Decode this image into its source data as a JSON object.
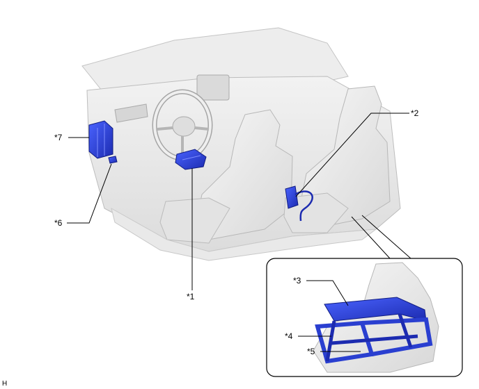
{
  "callouts": {
    "c1": "*1",
    "c2": "*2",
    "c3": "*3",
    "c4": "*4",
    "c5": "*5",
    "c6": "*6",
    "c7": "*7"
  },
  "corner_code": "H",
  "colors": {
    "component_blue": "#2a3fd0",
    "component_dark": "#17229a",
    "interior_gray": "#e6e6e6",
    "outline_gray": "#b9b9b9"
  }
}
